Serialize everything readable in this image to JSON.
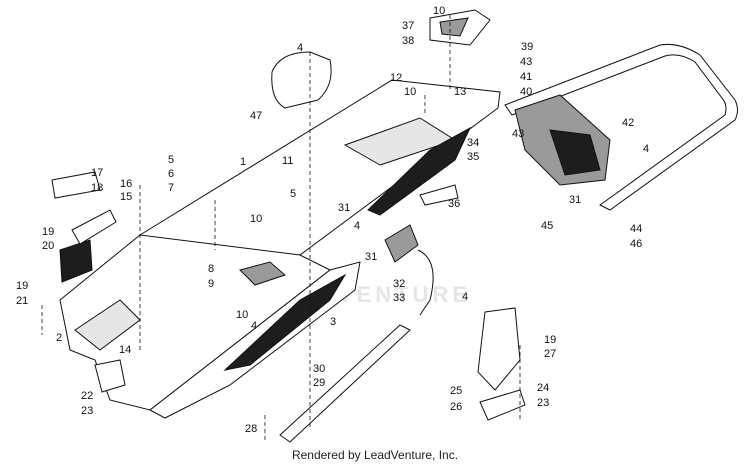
{
  "watermark": "LEADVENTURE",
  "credit": "Rendered by LeadVenture, Inc.",
  "callouts": [
    "1",
    "2",
    "3",
    "4",
    "4",
    "4",
    "4",
    "4",
    "5",
    "5",
    "6",
    "7",
    "8",
    "9",
    "10",
    "10",
    "10",
    "10",
    "11",
    "12",
    "13",
    "14",
    "15",
    "16",
    "17",
    "18",
    "19",
    "19",
    "19",
    "20",
    "21",
    "22",
    "23",
    "23",
    "24",
    "25",
    "26",
    "27",
    "28",
    "29",
    "30",
    "31",
    "31",
    "31",
    "32",
    "33",
    "34",
    "35",
    "36",
    "37",
    "38",
    "39",
    "40",
    "41",
    "42",
    "43",
    "43",
    "44",
    "45",
    "46",
    "47"
  ]
}
